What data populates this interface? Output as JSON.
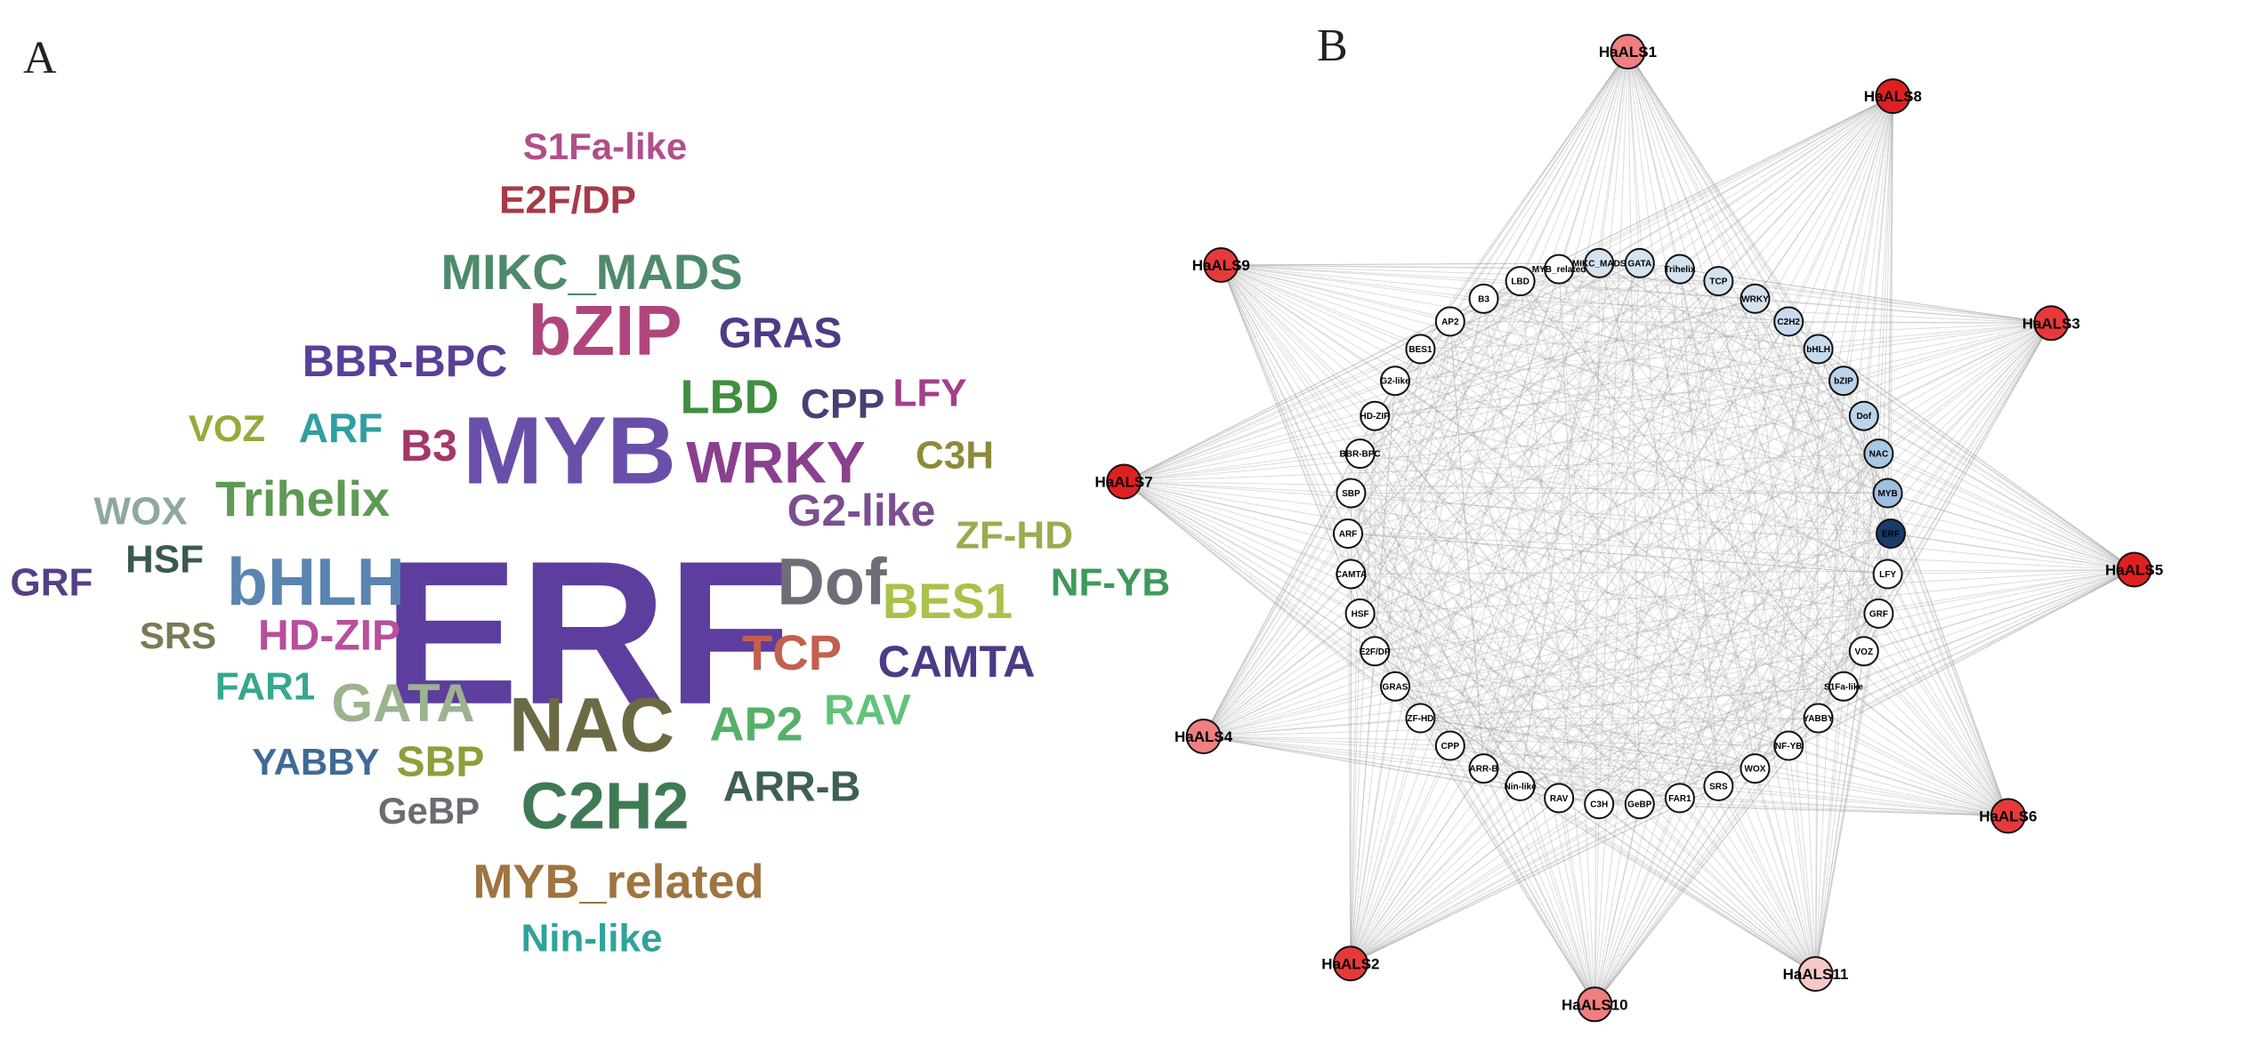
{
  "panel_a": {
    "letter": "A",
    "words": [
      {
        "text": "ERF",
        "color": "#5d3e9e"
      },
      {
        "text": "MYB",
        "color": "#6a4fa8"
      },
      {
        "text": "bZIP",
        "color": "#b0457d"
      },
      {
        "text": "NAC",
        "color": "#6b6a45"
      },
      {
        "text": "C2H2",
        "color": "#3f7a55"
      },
      {
        "text": "bHLH",
        "color": "#5a85b0"
      },
      {
        "text": "Dof",
        "color": "#6e6e78"
      },
      {
        "text": "MIKC_MADS",
        "color": "#4e8a6b"
      },
      {
        "text": "WRKY",
        "color": "#8b3f8f"
      },
      {
        "text": "Trihelix",
        "color": "#5f9a54"
      },
      {
        "text": "GATA",
        "color": "#9bb38e"
      },
      {
        "text": "TCP",
        "color": "#c45f4e"
      },
      {
        "text": "MYB_related",
        "color": "#9e7440"
      },
      {
        "text": "BBR-BPC",
        "color": "#5a3f98"
      },
      {
        "text": "BES1",
        "color": "#a9c24a"
      },
      {
        "text": "E2F/DP",
        "color": "#a83a48"
      },
      {
        "text": "GRAS",
        "color": "#4e3a86"
      },
      {
        "text": "LBD",
        "color": "#3f8f3f"
      },
      {
        "text": "CAMTA",
        "color": "#4d3a86"
      },
      {
        "text": "G2-like",
        "color": "#7a4f90"
      },
      {
        "text": "HD-ZIP",
        "color": "#b94f9b"
      },
      {
        "text": "AP2",
        "color": "#56b06a"
      },
      {
        "text": "ZF-HD",
        "color": "#9bab4f"
      },
      {
        "text": "S1Fa-like",
        "color": "#b04f8a"
      },
      {
        "text": "ARR-B",
        "color": "#3f5f55"
      },
      {
        "text": "B3",
        "color": "#a3376a"
      },
      {
        "text": "CPP",
        "color": "#4a3f72"
      },
      {
        "text": "SBP",
        "color": "#8e9e3a"
      },
      {
        "text": "NF-YB",
        "color": "#3f9a5a"
      },
      {
        "text": "WOX",
        "color": "#8fa89f"
      },
      {
        "text": "GRF",
        "color": "#553f86"
      },
      {
        "text": "HSF",
        "color": "#3a5a4e"
      },
      {
        "text": "SRS",
        "color": "#7a7a55"
      },
      {
        "text": "ARF",
        "color": "#2f9f9f"
      },
      {
        "text": "VOZ",
        "color": "#9aa83a"
      },
      {
        "text": "LFY",
        "color": "#a33f8a"
      },
      {
        "text": "C3H",
        "color": "#8e8a3a"
      },
      {
        "text": "FAR1",
        "color": "#35a890"
      },
      {
        "text": "YABBY",
        "color": "#3f6a96"
      },
      {
        "text": "GeBP",
        "color": "#6e6a72"
      },
      {
        "text": "RAV",
        "color": "#63c27a"
      },
      {
        "text": "Nin-like",
        "color": "#2fa39a"
      }
    ]
  },
  "panel_b": {
    "letter": "B",
    "genes": [
      {
        "label": "HaALS1",
        "color": "#ef7f80"
      },
      {
        "label": "HaALS8",
        "color": "#e02020"
      },
      {
        "label": "HaALS3",
        "color": "#e8393a"
      },
      {
        "label": "HaALS5",
        "color": "#e02020"
      },
      {
        "label": "HaALS6",
        "color": "#e8393a"
      },
      {
        "label": "HaALS11",
        "color": "#f6c8c8"
      },
      {
        "label": "HaALS10",
        "color": "#ef7f80"
      },
      {
        "label": "HaALS2",
        "color": "#e8393a"
      },
      {
        "label": "HaALS4",
        "color": "#ef7f80"
      },
      {
        "label": "HaALS7",
        "color": "#e02020"
      },
      {
        "label": "HaALS9",
        "color": "#e8393a"
      }
    ],
    "tfs": [
      {
        "label": "ERF",
        "color": "#1a3a6a"
      },
      {
        "label": "LFY",
        "color": "#ffffff"
      },
      {
        "label": "GRF",
        "color": "#ffffff"
      },
      {
        "label": "VOZ",
        "color": "#ffffff"
      },
      {
        "label": "S1Fa-like",
        "color": "#ffffff"
      },
      {
        "label": "YABBY",
        "color": "#ffffff"
      },
      {
        "label": "NF-YB",
        "color": "#ffffff"
      },
      {
        "label": "WOX",
        "color": "#ffffff"
      },
      {
        "label": "SRS",
        "color": "#ffffff"
      },
      {
        "label": "FAR1",
        "color": "#ffffff"
      },
      {
        "label": "GeBP",
        "color": "#ffffff"
      },
      {
        "label": "C3H",
        "color": "#ffffff"
      },
      {
        "label": "RAV",
        "color": "#ffffff"
      },
      {
        "label": "Nin-like",
        "color": "#ffffff"
      },
      {
        "label": "ARR-B",
        "color": "#ffffff"
      },
      {
        "label": "CPP",
        "color": "#ffffff"
      },
      {
        "label": "ZF-HD",
        "color": "#ffffff"
      },
      {
        "label": "GRAS",
        "color": "#ffffff"
      },
      {
        "label": "E2F/DP",
        "color": "#ffffff"
      },
      {
        "label": "HSF",
        "color": "#ffffff"
      },
      {
        "label": "CAMTA",
        "color": "#ffffff"
      },
      {
        "label": "ARF",
        "color": "#ffffff"
      },
      {
        "label": "SBP",
        "color": "#ffffff"
      },
      {
        "label": "BBR-BPC",
        "color": "#ffffff"
      },
      {
        "label": "HD-ZIP",
        "color": "#ffffff"
      },
      {
        "label": "G2-like",
        "color": "#ffffff"
      },
      {
        "label": "BES1",
        "color": "#ffffff"
      },
      {
        "label": "AP2",
        "color": "#ffffff"
      },
      {
        "label": "B3",
        "color": "#ffffff"
      },
      {
        "label": "LBD",
        "color": "#ffffff"
      },
      {
        "label": "MYB_related",
        "color": "#ffffff"
      },
      {
        "label": "MIKC_MADS",
        "color": "#d5e3f0"
      },
      {
        "label": "GATA",
        "color": "#d5e3f0"
      },
      {
        "label": "Trihelix",
        "color": "#d5e3f0"
      },
      {
        "label": "TCP",
        "color": "#d5e3f0"
      },
      {
        "label": "WRKY",
        "color": "#d5e3f0"
      },
      {
        "label": "C2H2",
        "color": "#c8dbee"
      },
      {
        "label": "bHLH",
        "color": "#c8dbee"
      },
      {
        "label": "bZIP",
        "color": "#bcd3ea"
      },
      {
        "label": "Dof",
        "color": "#bcd3ea"
      },
      {
        "label": "NAC",
        "color": "#a9c8e4"
      },
      {
        "label": "MYB",
        "color": "#9dbfe0"
      }
    ]
  }
}
